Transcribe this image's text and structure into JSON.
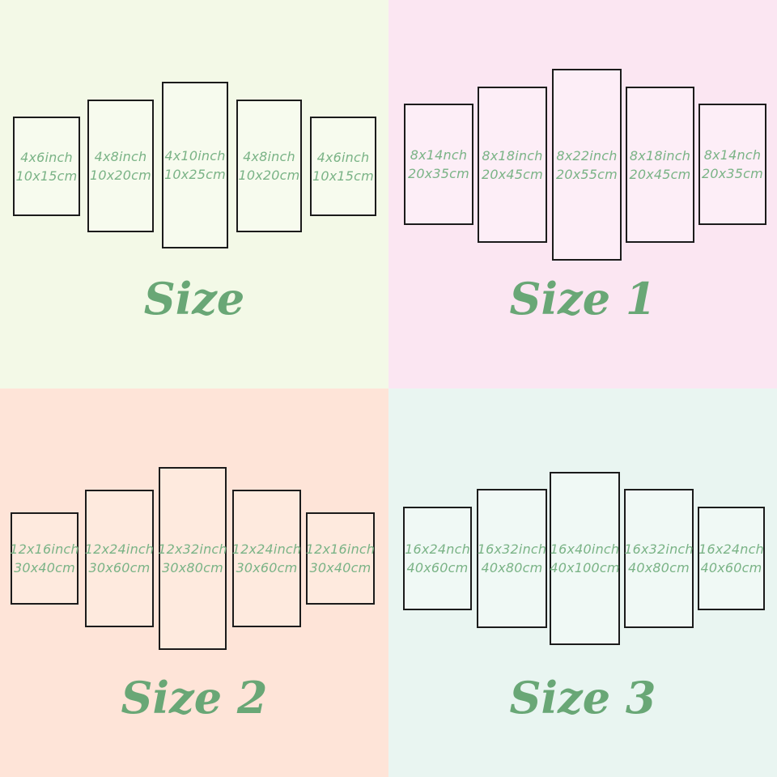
{
  "palette": {
    "panel_border": "#1b1b1b",
    "label_text": "#7ab386",
    "title_text": "#69a776"
  },
  "quadrants": [
    {
      "title": "Size",
      "background": "#f3f9e7",
      "panel_fill": "#f7fbee",
      "panels": [
        {
          "inch": "4x6inch",
          "cm": "10x15cm"
        },
        {
          "inch": "4x8inch",
          "cm": "10x20cm"
        },
        {
          "inch": "4x10inch",
          "cm": "10x25cm"
        },
        {
          "inch": "4x8inch",
          "cm": "10x20cm"
        },
        {
          "inch": "4x6inch",
          "cm": "10x15cm"
        }
      ]
    },
    {
      "title": "Size 1",
      "background": "#fbe6f2",
      "panel_fill": "#fdeef7",
      "panels": [
        {
          "inch": "8x14nch",
          "cm": "20x35cm"
        },
        {
          "inch": "8x18inch",
          "cm": "20x45cm"
        },
        {
          "inch": "8x22inch",
          "cm": "20x55cm"
        },
        {
          "inch": "8x18inch",
          "cm": "20x45cm"
        },
        {
          "inch": "8x14nch",
          "cm": "20x35cm"
        }
      ]
    },
    {
      "title": "Size 2",
      "background": "#fee4d8",
      "panel_fill": "#feeade",
      "panels": [
        {
          "inch": "12x16inch",
          "cm": "30x40cm"
        },
        {
          "inch": "12x24inch",
          "cm": "30x60cm"
        },
        {
          "inch": "12x32inch",
          "cm": "30x80cm"
        },
        {
          "inch": "12x24inch",
          "cm": "30x60cm"
        },
        {
          "inch": "12x16inch",
          "cm": "30x40cm"
        }
      ]
    },
    {
      "title": "Size 3",
      "background": "#e9f5f1",
      "panel_fill": "#f0f9f5",
      "panels": [
        {
          "inch": "16x24nch",
          "cm": "40x60cm"
        },
        {
          "inch": "16x32inch",
          "cm": "40x80cm"
        },
        {
          "inch": "16x40inch",
          "cm": "40x100cm"
        },
        {
          "inch": "16x32inch",
          "cm": "40x80cm"
        },
        {
          "inch": "16x24nch",
          "cm": "40x60cm"
        }
      ]
    }
  ]
}
